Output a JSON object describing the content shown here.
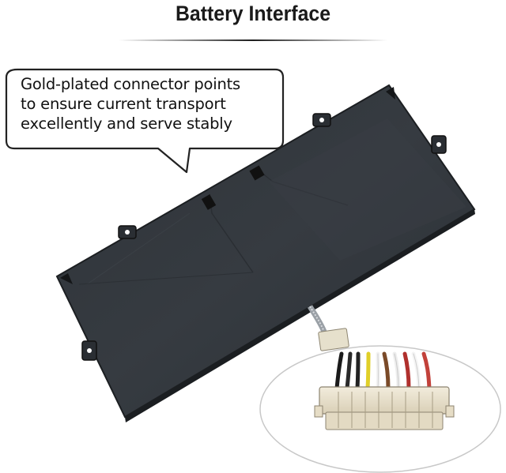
{
  "header": {
    "title": "Battery Interface"
  },
  "callout": {
    "lines": [
      "Gold-plated connector points",
      "to ensure current transport",
      "excellently and serve stably"
    ]
  },
  "colors": {
    "battery_body": "#33383d",
    "callout_border": "#222222",
    "connector_housing": "#e9e1cc"
  },
  "connector": {
    "wire_colors": [
      "#1a1a1a",
      "#f3f3f3",
      "#222222",
      "#e0cf28",
      "#ffffff",
      "#7a4a28",
      "#f5f5f5",
      "#b0302d",
      "#ffffff",
      "#c2413a"
    ]
  }
}
